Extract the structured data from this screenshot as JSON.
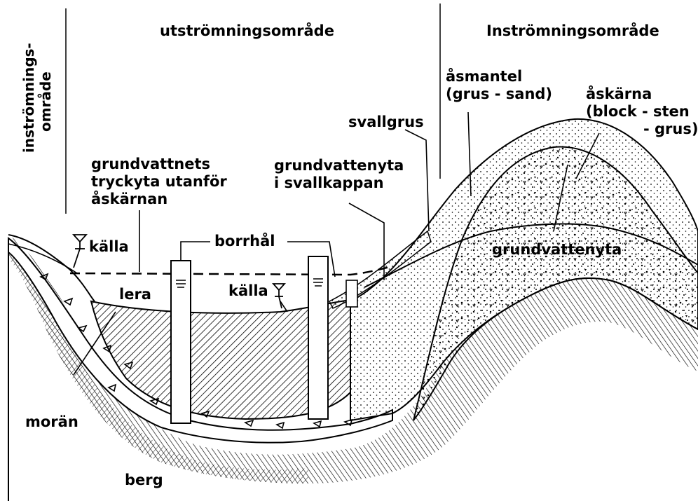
{
  "labels": {
    "instromningsomrade_left_line1": "inströmnings-",
    "instromningsomrade_left_line2": "område",
    "utstromningsomrade": "utströmningsområde",
    "instromningsomrade_right": "Inströmningsområde",
    "asmantel_line1": "åsmantel",
    "asmantel_line2": "(grus - sand)",
    "askarna_line1": "åskärna",
    "askarna_line2": "(block - sten",
    "askarna_line3": "- grus)",
    "svallgrus": "svallgrus",
    "grundvattnets_line1": "grundvattnets",
    "grundvattnets_line2": "tryckyta utanför",
    "grundvattnets_line3": "åskärnan",
    "grundvattenyta_svall_line1": "grundvattenyta",
    "grundvattenyta_svall_line2": "i svallkappan",
    "kalla_left": "källa",
    "borrhal": "borrhål",
    "grundvattenyta": "grundvattenyta",
    "lera": "lera",
    "kalla_center": "källa",
    "moran": "morän",
    "berg": "berg"
  }
}
